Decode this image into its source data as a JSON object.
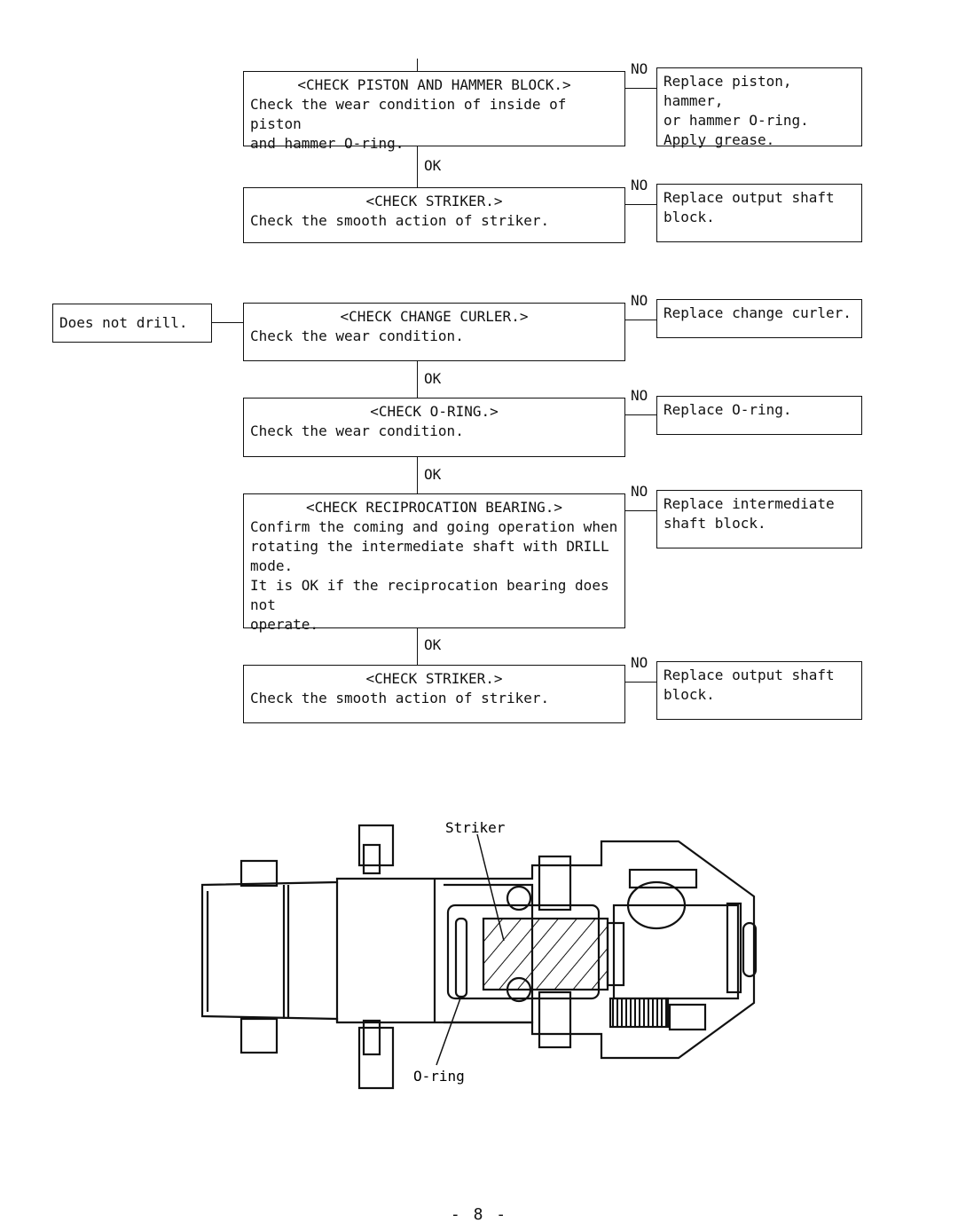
{
  "flow": {
    "start_box": "Does not drill.",
    "upper": {
      "check1": {
        "title": "<CHECK PISTON AND HAMMER BLOCK.>",
        "body": "Check the wear condition of inside of piston\nand hammer O-ring.",
        "no_action": "Replace piston, hammer,\nor hammer O-ring.\nApply grease."
      },
      "check2": {
        "title": "<CHECK STRIKER.>",
        "body": "Check the smooth action of striker.",
        "no_action": "Replace output shaft\nblock."
      }
    },
    "lower": {
      "check1": {
        "title": "<CHECK CHANGE CURLER.>",
        "body": "Check the wear condition.",
        "no_action": "Replace change curler."
      },
      "check2": {
        "title": "<CHECK O-RING.>",
        "body": "Check the wear condition.",
        "no_action": "Replace O-ring."
      },
      "check3": {
        "title": "<CHECK RECIPROCATION BEARING.>",
        "body": "Confirm the coming and going operation when\nrotating the intermediate shaft with DRILL\nmode.\nIt is OK if the reciprocation bearing does not\noperate.",
        "no_action": "Replace intermediate\nshaft block."
      },
      "check4": {
        "title": "<CHECK STRIKER.>",
        "body": "Check the smooth action of striker.",
        "no_action": "Replace output shaft\nblock."
      }
    },
    "labels": {
      "no": "NO",
      "ok": "OK"
    }
  },
  "drawing": {
    "striker_label": "Striker",
    "oring_label": "O-ring"
  },
  "page": {
    "number": "- 8 -"
  }
}
